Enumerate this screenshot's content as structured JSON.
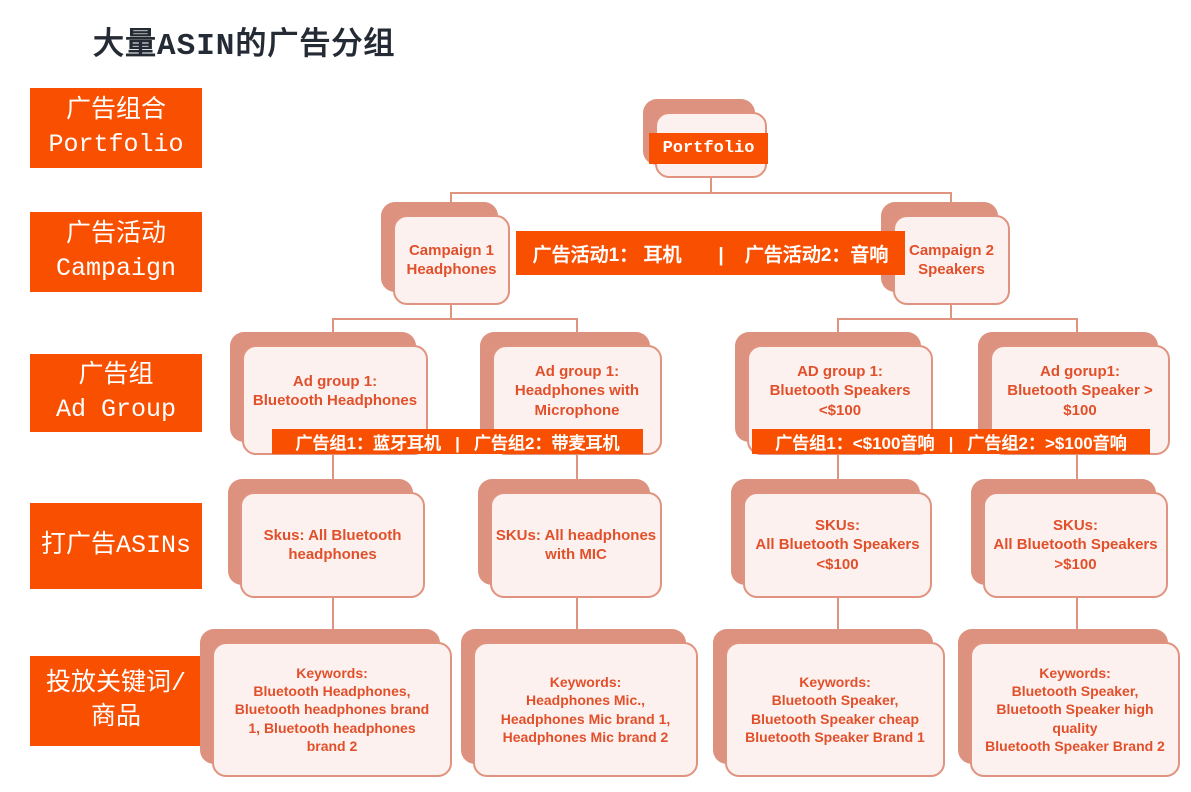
{
  "slide": {
    "title": "大量ASIN的广告分组"
  },
  "colors": {
    "accent_orange": "#F94F00",
    "salmon": "#DD9280",
    "card_fill": "#FCF1EE",
    "card_border": "#E0937E",
    "card_text": "#E1502B",
    "line_color": "#DE947F",
    "title_color": "#252B35"
  },
  "sidebar": {
    "items": [
      "广告组合\nPortfolio",
      "广告活动\nCampaign",
      "广告组\nAd Group",
      "打广告ASINs",
      "投放关键词/\n商品"
    ]
  },
  "tree": {
    "portfolio_label": "Portfolio",
    "campaign_banner": "广告活动1： 耳机       |    广告活动2：音响",
    "campaigns": [
      "Campaign 1\nHeadphones",
      "Campaign 2\nSpeakers"
    ],
    "ad_group_banners": [
      "广告组1：蓝牙耳机   |   广告组2：带麦耳机",
      "广告组1：<$100音响   |   广告组2：>$100音响"
    ],
    "ad_groups": [
      "Ad group 1:\nBluetooth Headphones",
      "Ad group 1:\nHeadphones with\nMicrophone",
      "AD group 1:\nBluetooth Speakers\n<$100",
      "Ad gorup1:\nBluetooth Speaker >\n$100"
    ],
    "skus": [
      "Skus: All Bluetooth\nheadphones",
      "SKUs: All headphones\nwith MIC",
      "SKUs:\nAll Bluetooth Speakers\n<$100",
      "SKUs:\nAll Bluetooth Speakers\n>$100"
    ],
    "keywords": [
      "Keywords:\nBluetooth Headphones,\nBluetooth headphones brand\n1, Bluetooth headphones\nbrand 2",
      "Keywords:\nHeadphones Mic.,\nHeadphones Mic brand 1,\nHeadphones Mic brand 2",
      "Keywords:\nBluetooth Speaker,\nBluetooth Speaker cheap\nBluetooth Speaker Brand 1",
      "Keywords:\nBluetooth Speaker,\nBluetooth Speaker high\nquality\nBluetooth Speaker Brand 2"
    ]
  }
}
